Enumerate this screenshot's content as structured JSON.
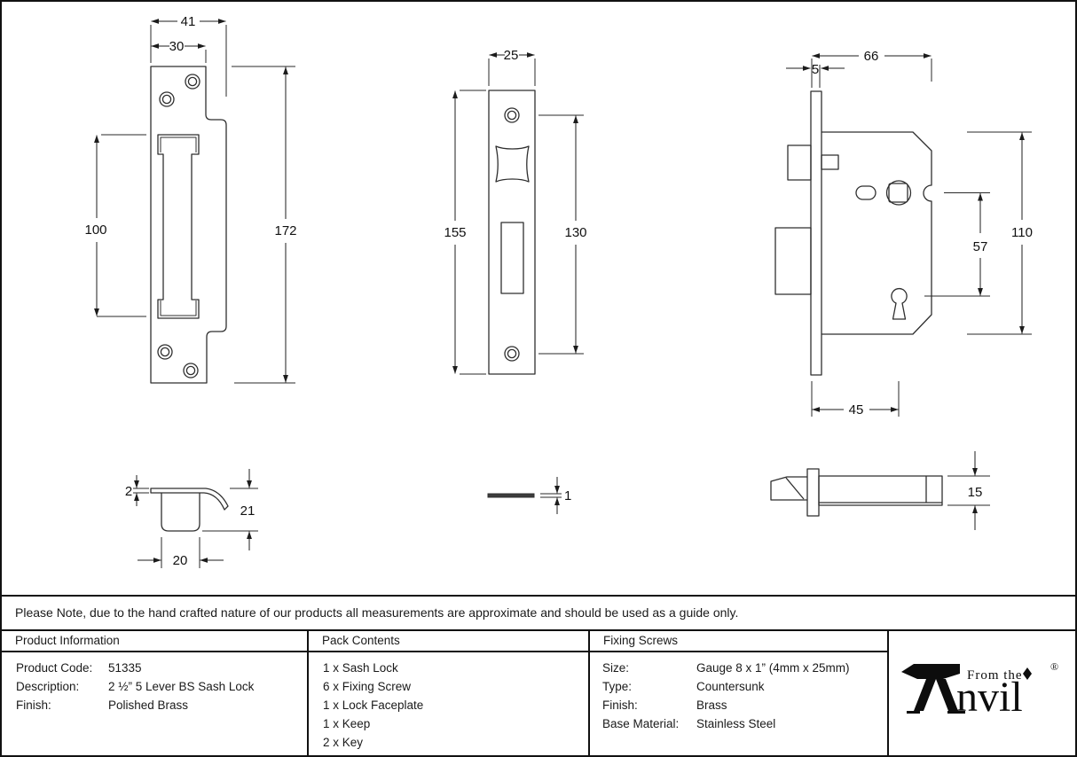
{
  "note": "Please Note, due to the hand crafted nature of our products all measurements are approximate and should be used as a guide only.",
  "dims": {
    "keep": {
      "overall_width": "41",
      "top_width": "30",
      "cutout_height": "100",
      "total_height": "172"
    },
    "faceplate": {
      "width": "25",
      "height": "155",
      "hole_spacing": "130"
    },
    "lock": {
      "depth": "66",
      "faceplate_lip": "5",
      "case_height": "110",
      "spindle_to_keyhole": "57",
      "backset": "45"
    },
    "keep_profile": {
      "lip_thickness": "2",
      "depth": "21",
      "width": "20"
    },
    "faceplate_edge": {
      "thickness": "1"
    },
    "lock_top": {
      "case_thickness": "15"
    }
  },
  "table": {
    "product_information": {
      "header": "Product Information",
      "rows": [
        {
          "label": "Product Code:",
          "value": "51335"
        },
        {
          "label": "Description:",
          "value": "2 ½” 5 Lever BS Sash Lock"
        },
        {
          "label": "Finish:",
          "value": "Polished Brass"
        }
      ]
    },
    "pack_contents": {
      "header": "Pack Contents",
      "items": [
        "1 x Sash Lock",
        "6 x Fixing Screw",
        "1 x Lock Faceplate",
        "1 x Keep",
        "2 x Key"
      ]
    },
    "fixing_screws": {
      "header": "Fixing Screws",
      "rows": [
        {
          "label": "Size:",
          "value": "Gauge 8 x 1” (4mm x 25mm)"
        },
        {
          "label": "Type:",
          "value": "Countersunk"
        },
        {
          "label": "Finish:",
          "value": "Brass"
        },
        {
          "label": "Base Material:",
          "value": "Stainless Steel"
        }
      ]
    }
  },
  "logo": {
    "tagline": "From the",
    "name_rest": "nvil",
    "registered": "®"
  },
  "colors": {
    "line": "#2f2f2f",
    "background": "#ffffff",
    "text": "#1a1a1a"
  }
}
